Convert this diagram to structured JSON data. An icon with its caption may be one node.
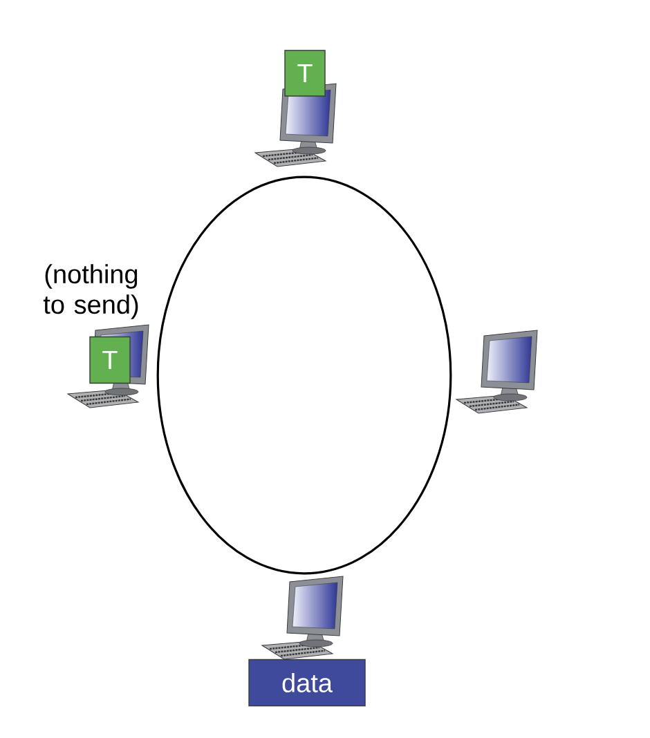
{
  "diagram": {
    "nodes": [
      {
        "text": [
          "T"
        ]
      },
      {
        "text": [],
        "shape": "picture"
      },
      {
        "text": [
          "T"
        ],
        "in": 3
      },
      {
        "text": [],
        "shape": "picture",
        "beside": [
          "(nothing to send)"
        ]
      },
      {
        "text": [],
        "shape": "picture"
      },
      {
        "text": [],
        "shape": "picture"
      },
      {
        "text": [
          "data"
        ]
      }
    ],
    "edges": [
      {
        "from": 1,
        "to": 4,
        "arrow": "none"
      },
      {
        "from": 4,
        "to": 5,
        "arrow": "none"
      },
      {
        "from": 5,
        "to": 3,
        "arrow": "none"
      },
      {
        "from": 3,
        "to": 1,
        "arrow": "none"
      }
    ]
  }
}
